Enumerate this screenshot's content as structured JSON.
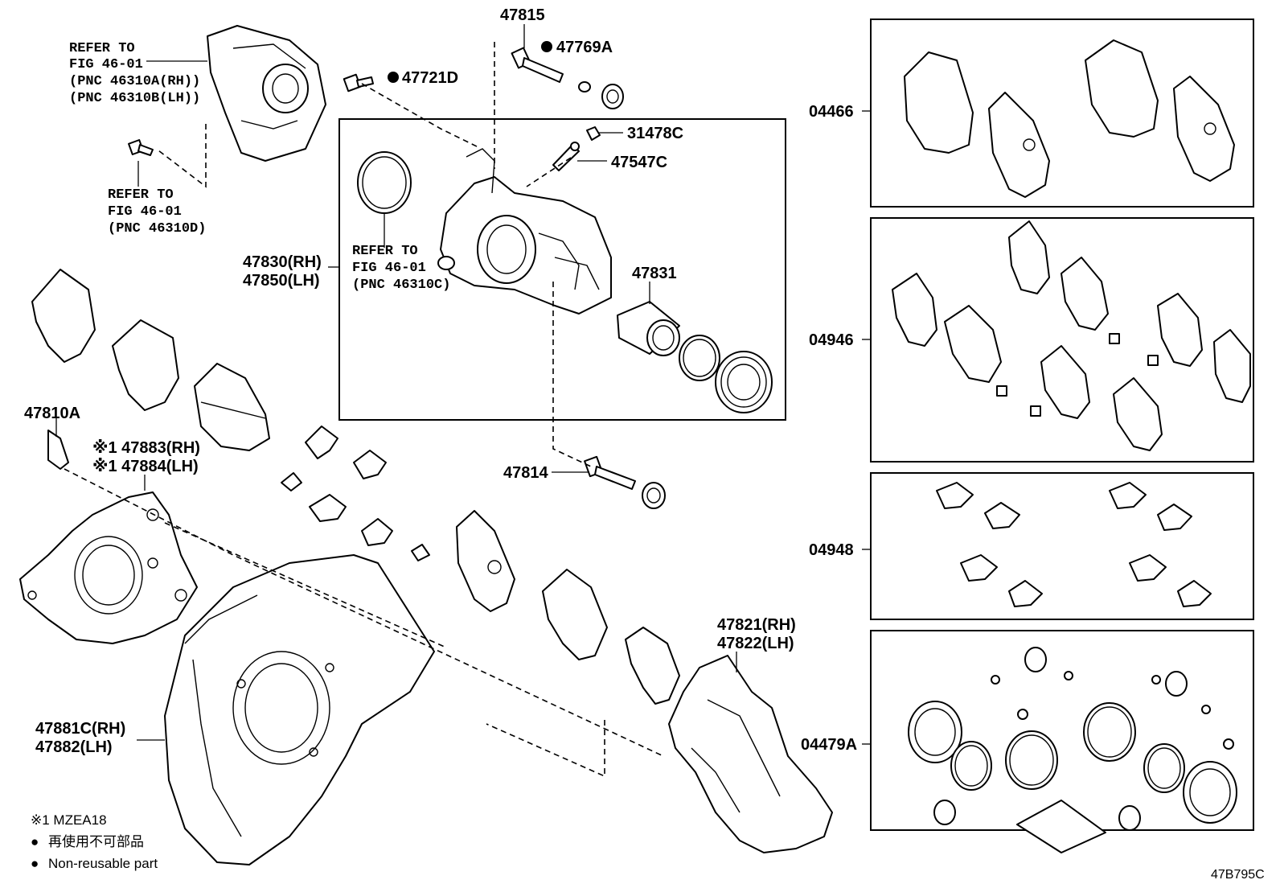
{
  "labels": {
    "p47815": "47815",
    "p47769A": "47769A",
    "p47721D": "47721D",
    "p31478C": "31478C",
    "p47547C": "47547C",
    "p47831": "47831",
    "p47830": "47830(RH)",
    "p47850": "47850(LH)",
    "p47814": "47814",
    "p47810A": "47810A",
    "p47883": "※1 47883(RH)",
    "p47884": "※1 47884(LH)",
    "p47821": "47821(RH)",
    "p47822": "47822(LH)",
    "p47881C": "47881C(RH)",
    "p47882": "47882(LH)",
    "p04466": "04466",
    "p04946": "04946",
    "p04948": "04948",
    "p04479A": "04479A"
  },
  "refers": {
    "r1": [
      "REFER TO",
      "FIG 46-01",
      "(PNC 46310A(RH))",
      "(PNC 46310B(LH))"
    ],
    "r2": [
      "REFER TO",
      "FIG 46-01",
      "(PNC 46310D)"
    ],
    "r3": [
      "REFER TO",
      "FIG 46-01",
      "(PNC 46310C)"
    ]
  },
  "legend": {
    "note1": "※1 MZEA18",
    "jp": "再使用不可部品",
    "en": "Non-reusable part",
    "bullet": "●"
  },
  "diagram_code": "47B795C"
}
